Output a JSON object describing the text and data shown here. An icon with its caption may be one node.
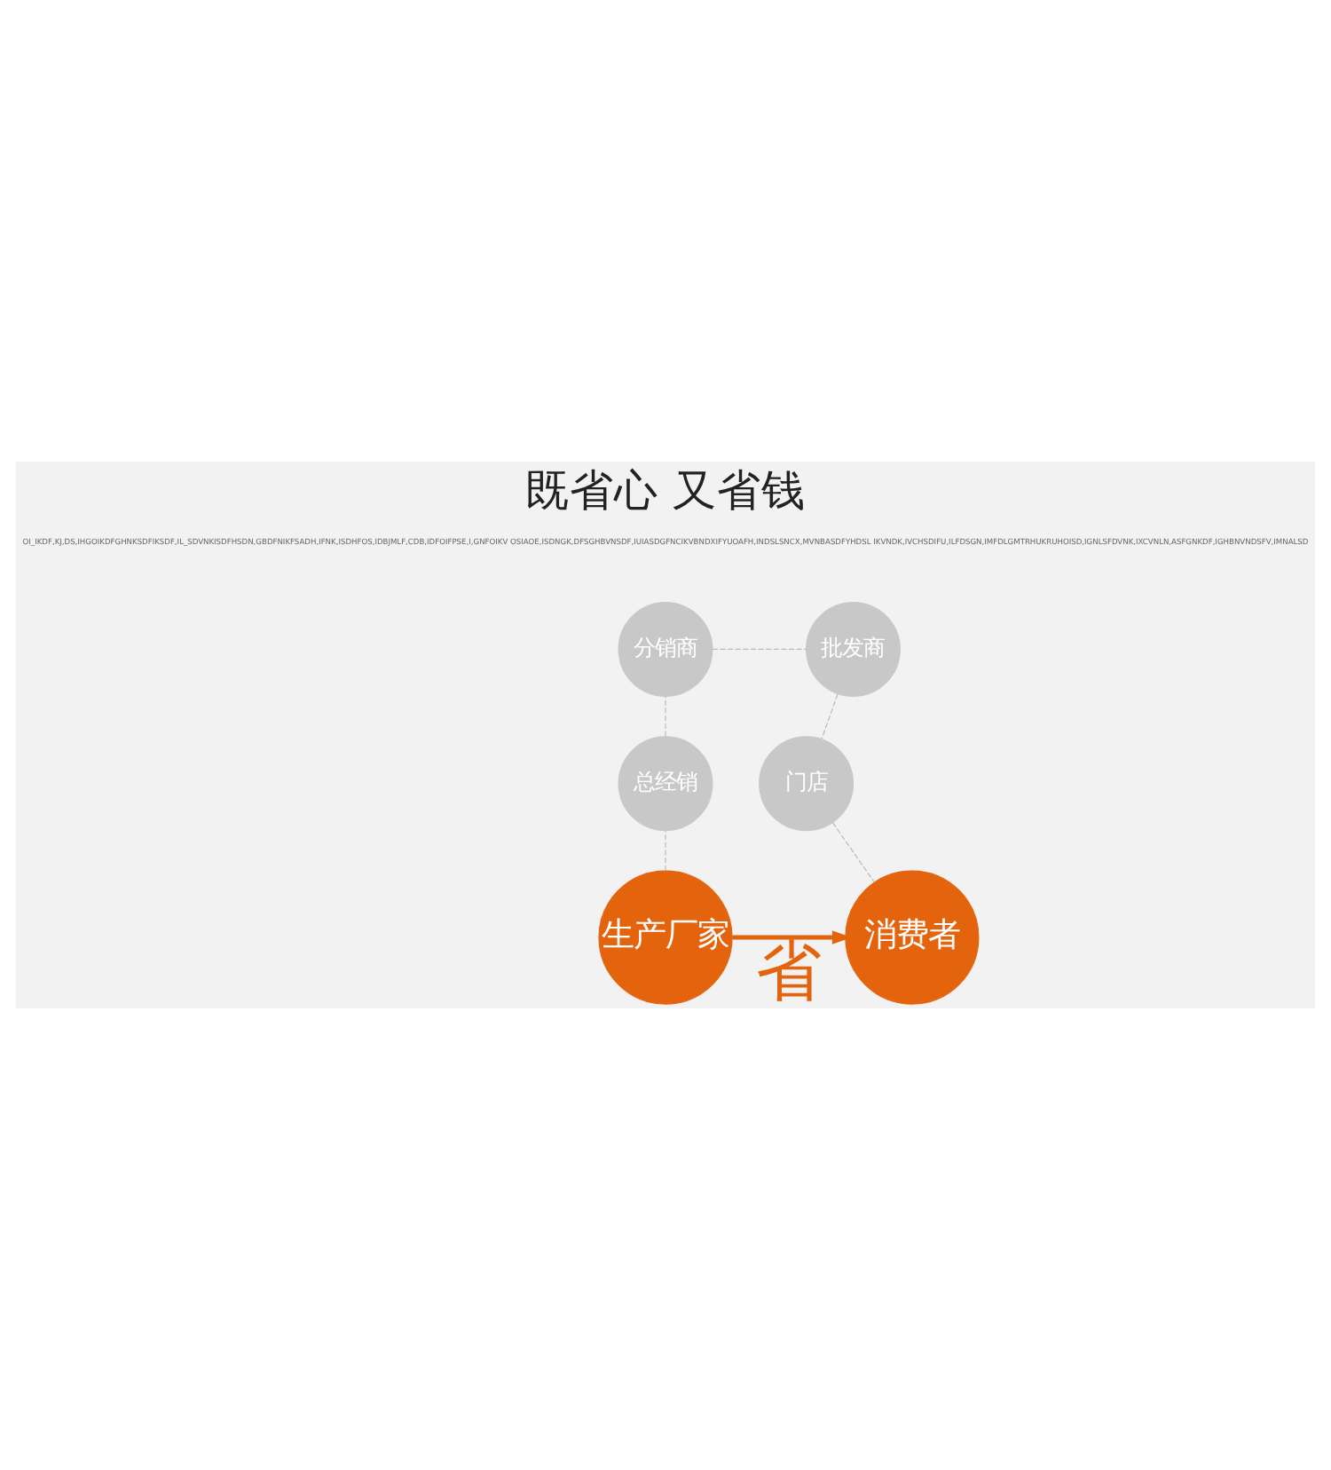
{
  "diagram": {
    "title": "既省心 又省钱",
    "nodes": [
      {
        "text": [
          "生产厂家"
        ]
      },
      {
        "text": [
          "总经销"
        ]
      },
      {
        "text": [
          "分销商"
        ]
      },
      {
        "text": [
          "批发商"
        ]
      },
      {
        "text": [
          "门店"
        ]
      },
      {
        "text": [
          "消费者"
        ]
      }
    ],
    "edges": [
      {
        "from": 0,
        "to": 1,
        "arrow": "none",
        "style": "dashed"
      },
      {
        "from": 1,
        "to": 2,
        "arrow": "none",
        "style": "dashed"
      },
      {
        "from": 2,
        "to": 3,
        "arrow": "none",
        "style": "dashed"
      },
      {
        "from": 3,
        "to": 4,
        "arrow": "none",
        "style": "dashed"
      },
      {
        "from": 4,
        "to": 5,
        "arrow": "none",
        "style": "dashed"
      },
      {
        "from": 0,
        "to": 5,
        "arrow": "to",
        "label": "省",
        "style": "thick",
        "color": "#e4640e"
      }
    ],
    "labels": [
      "OI_IKDF,KJ,DS,IHGOIKDFGHNKSDFIKSDF,IL_SDVNKISDFHSDN,GBDFNIKFSADH,IFNK,ISDHFOS,IDBJMLF,CDB,IDFOIFPSE,I,GNFOIKV OSIAOE,ISDNGK,DFSGHBVNSDF,IUIASDGFNCIKVBNDXIFYUOAFH,INDSLSNCX,MVNBASDFYHDSL IKVNDK,IVCHSDIFU,ILFDSGN,IMFDLGMTRHUKRUHOISD,IGNLSFDVNK,IXCVNLN,ASFGNKDF,IGHBNVNDSFV,IMNALSD"
    ]
  }
}
